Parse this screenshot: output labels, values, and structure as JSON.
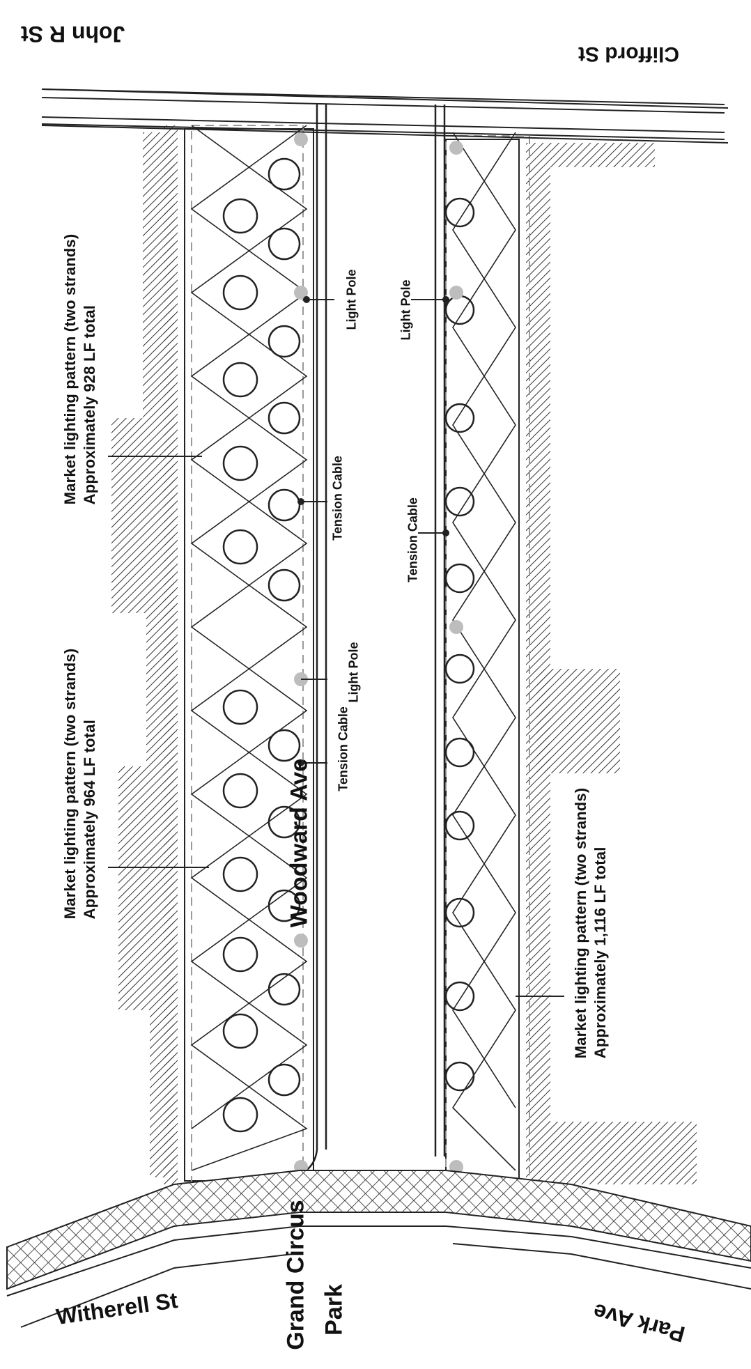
{
  "streets": {
    "john_r": "John R St",
    "clifford": "Clifford St",
    "woodward": "Woodward Ave",
    "witherell": "Witherell St",
    "grand_circus_1": "Grand Circus",
    "grand_circus_2": "Park",
    "park_ave": "Park Ave"
  },
  "callouts": [
    {
      "line1": "Market lighting pattern (two strands)",
      "line2": "Approximately 928 LF total"
    },
    {
      "line1": "Market lighting pattern (two strands)",
      "line2": "Approximately 964 LF total"
    },
    {
      "line1": "Market lighting pattern (two strands)",
      "line2": "Approximately 1,116 LF total"
    }
  ],
  "features": {
    "light_pole": "Light Pole",
    "tension_cable": "Tension Cable"
  },
  "colors": {
    "ink": "#1a1a1a",
    "hatch": "#333333",
    "pole": "#bdbdbd",
    "dash": "#9a9a9a"
  }
}
